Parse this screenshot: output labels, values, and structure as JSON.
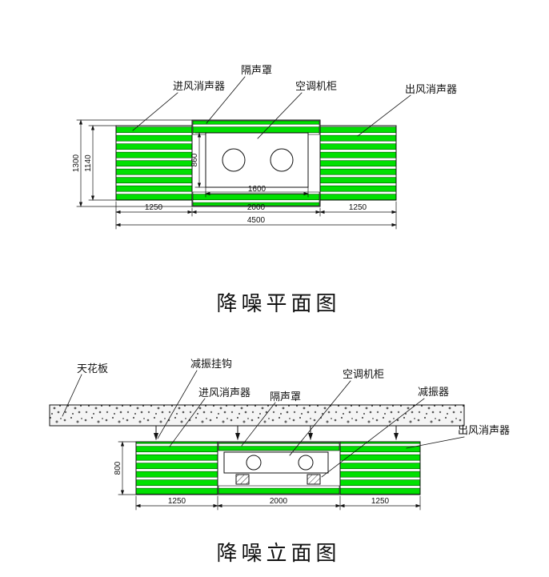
{
  "colors": {
    "silencer_green": "#00e000",
    "silencer_edge": "#006600",
    "line_black": "#111111",
    "slab_bg": "#f4f4f4"
  },
  "plan": {
    "title": "降噪平面图",
    "labels": {
      "intake": "进风消声器",
      "cover": "隔声罩",
      "cabinet": "空调机柜",
      "outlet": "出风消声器"
    },
    "dims": {
      "outer_height": "1300",
      "inner_height": "1140",
      "cabinet_height": "860",
      "cabinet_width": "1600",
      "left_width": "1250",
      "center_width": "2000",
      "right_width": "1250",
      "total_width": "4500"
    }
  },
  "elevation": {
    "title": "降噪立面图",
    "labels": {
      "ceiling": "天花板",
      "hook": "减振挂钩",
      "intake": "进风消声器",
      "cover": "隔声罩",
      "cabinet": "空调机柜",
      "damper": "减振器",
      "outlet": "出风消声器"
    },
    "dims": {
      "unit_height": "800",
      "left_width": "1250",
      "center_width": "2000",
      "right_width": "1250"
    }
  }
}
